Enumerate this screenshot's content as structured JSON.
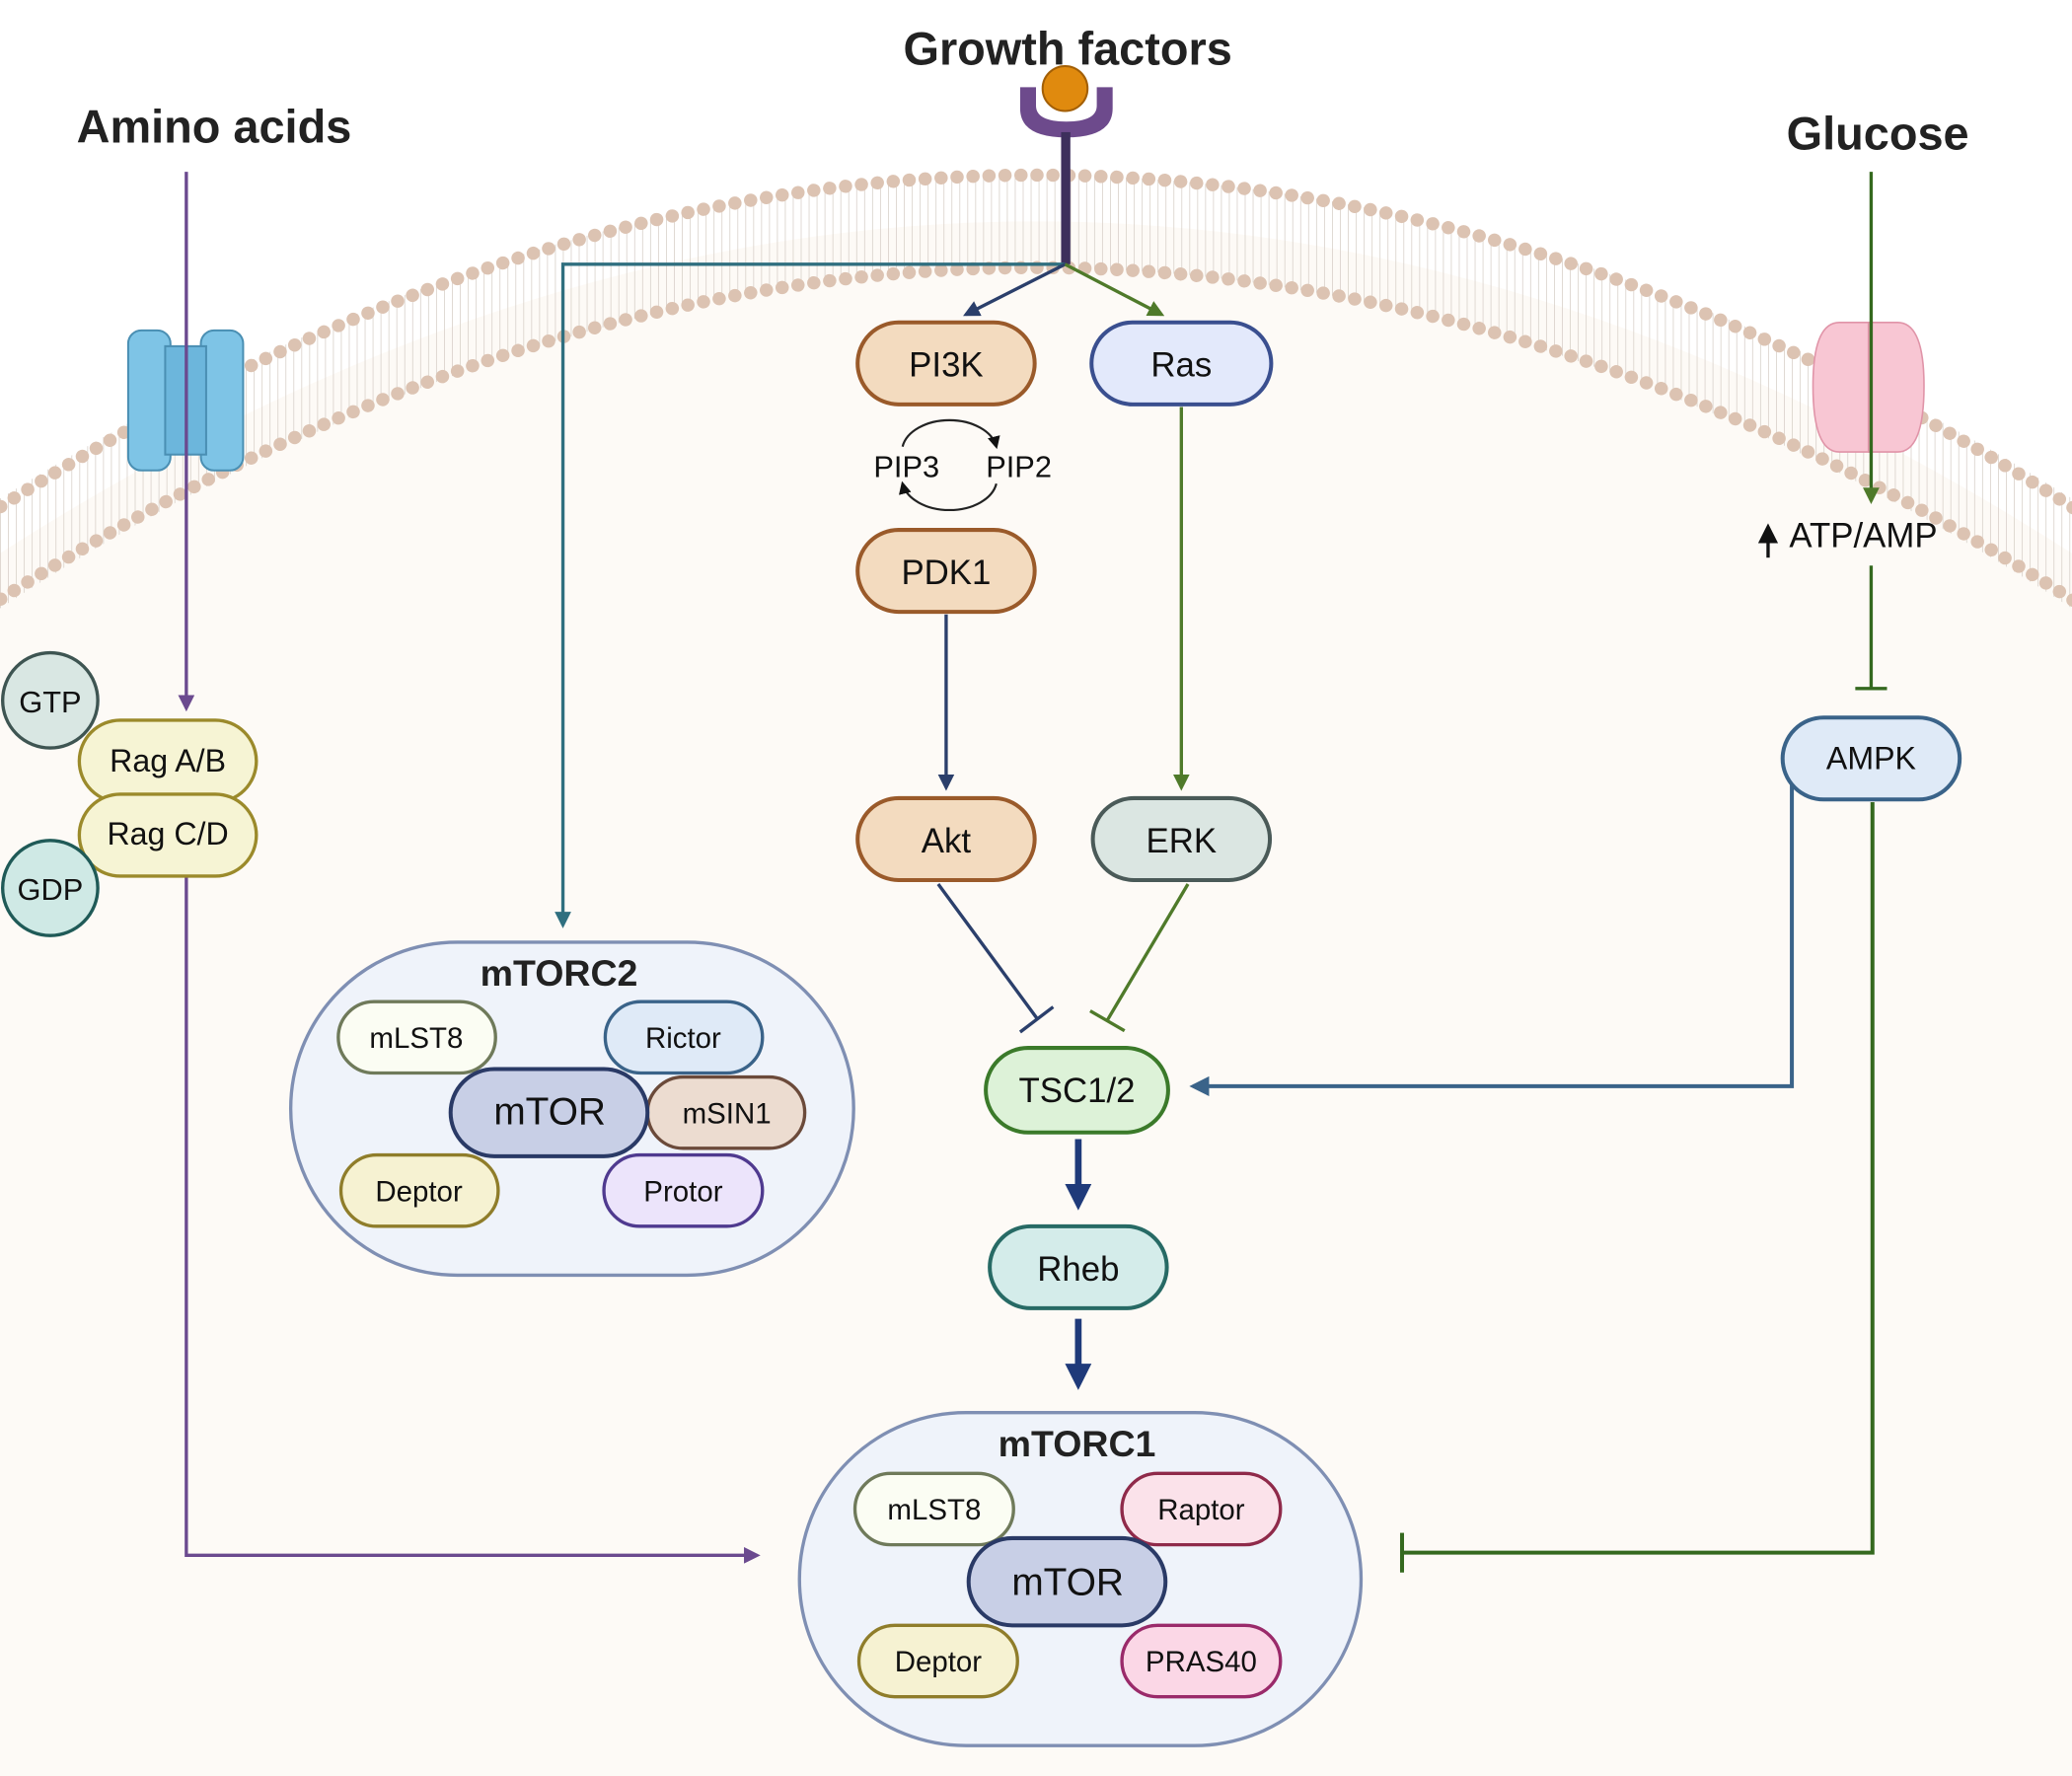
{
  "inputs": {
    "amino_acids": "Amino acids",
    "growth_factors": "Growth factors",
    "glucose": "Glucose"
  },
  "pathway": {
    "gtp": "GTP",
    "gdp": "GDP",
    "rag_ab": "Rag A/B",
    "rag_cd": "Rag C/D",
    "pi3k": "PI3K",
    "ras": "Ras",
    "pip3": "PIP3",
    "pip2": "PIP2",
    "pdk1": "PDK1",
    "akt": "Akt",
    "erk": "ERK",
    "tsc": "TSC1/2",
    "rheb": "Rheb",
    "atp_amp": "ATP/AMP",
    "ampk": "AMPK"
  },
  "mtorc2": {
    "title": "mTORC2",
    "mtor": "mTOR",
    "mlst8": "mLST8",
    "rictor": "Rictor",
    "msin1": "mSIN1",
    "deptor": "Deptor",
    "protor": "Protor"
  },
  "mtorc1": {
    "title": "mTORC1",
    "mtor": "mTOR",
    "mlst8": "mLST8",
    "raptor": "Raptor",
    "deptor": "Deptor",
    "pras40": "PRAS40"
  },
  "colors": {
    "purple_arrow": "#6b4a8f",
    "teal_arrow": "#2f6f7f",
    "navy_arrow": "#2b3f6b",
    "green_arrow": "#4f7a2a",
    "dark_green_arrow": "#35691f",
    "steel_arrow": "#3a6389",
    "bold_blue_arrow": "#1f3a7a",
    "membrane": "#e2c8b8",
    "cytoplasm": "#fdfaf6"
  }
}
